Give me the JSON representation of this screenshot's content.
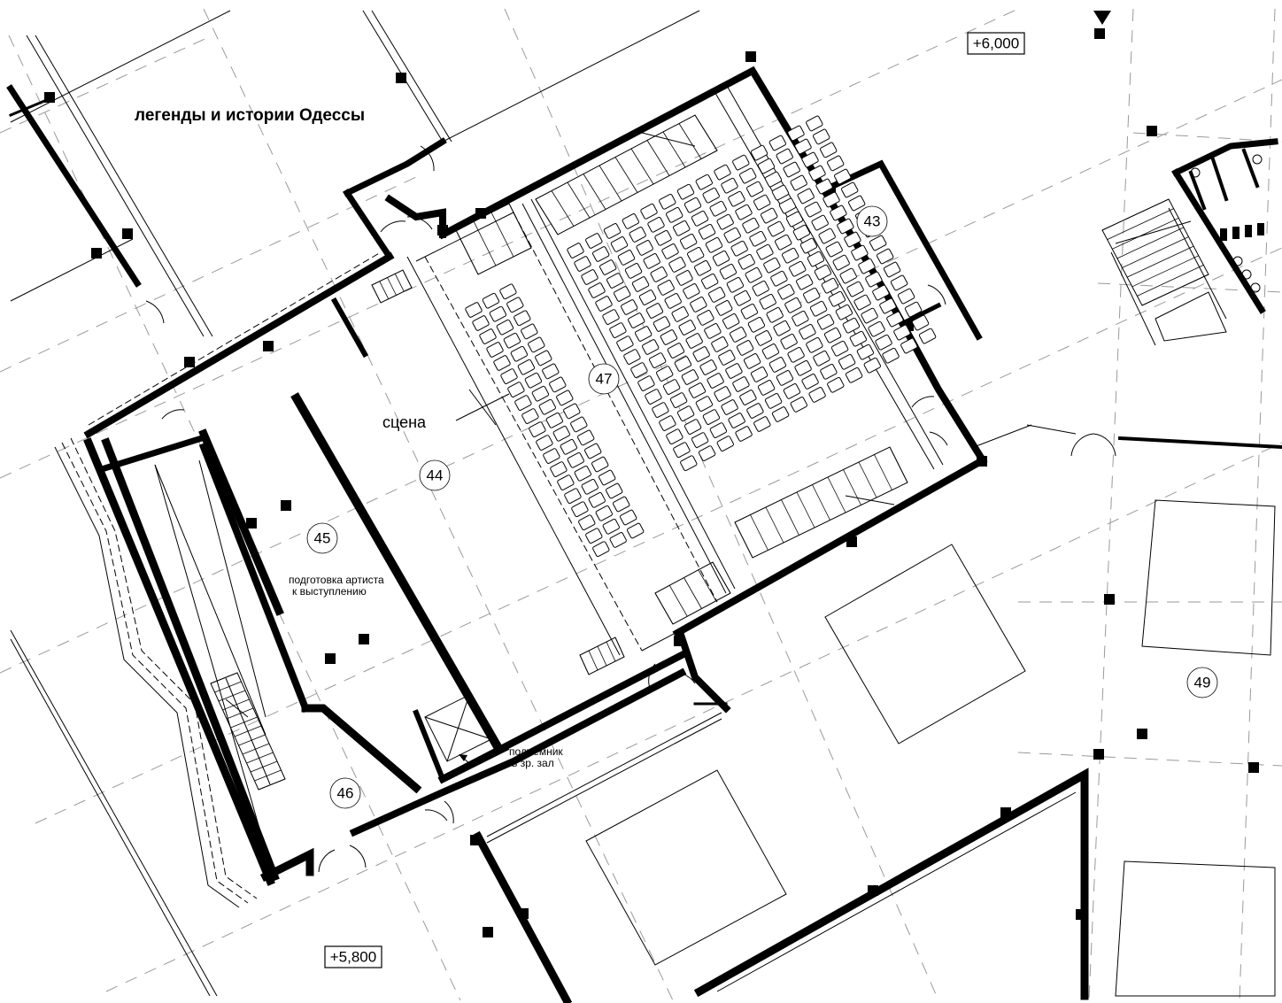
{
  "levels": {
    "upper": "+6,000",
    "lower": "+5,800"
  },
  "labels": {
    "exhibition": "легенды и истории Одессы",
    "stage": "сцена",
    "artist_prep_line1": "подготовка артиста",
    "artist_prep_line2": "к выступлению",
    "lift_line1": "подъемник",
    "lift_line2": "в зр. зал"
  },
  "rooms": [
    {
      "id": "43"
    },
    {
      "id": "44"
    },
    {
      "id": "45"
    },
    {
      "id": "46"
    },
    {
      "id": "47"
    },
    {
      "id": "49"
    }
  ]
}
